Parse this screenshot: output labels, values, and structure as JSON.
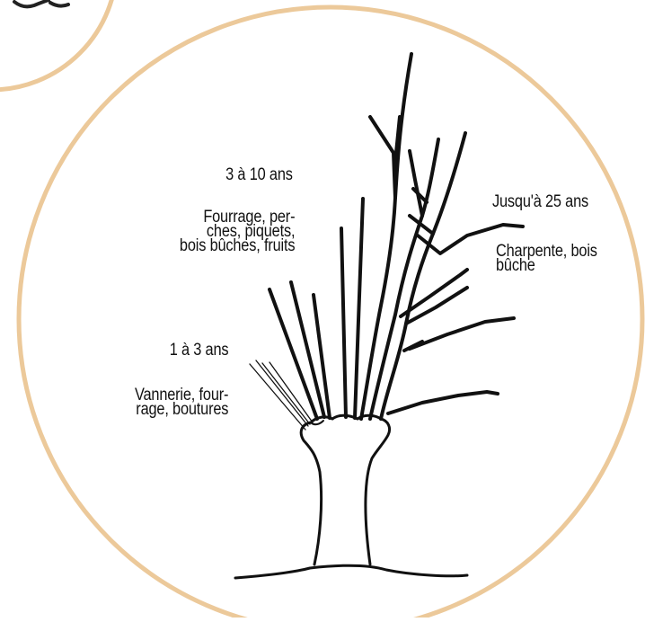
{
  "colors": {
    "circle_stroke": "#ECC99A",
    "ink": "#111111",
    "background": "#ffffff"
  },
  "icons": {
    "corner_logo": "decorative-swirl-icon",
    "tree": "pollard-tree-illustration"
  },
  "labels": {
    "young": {
      "age": "1 à 3 ans",
      "uses": [
        "Vannerie, four-",
        "rage, boutures"
      ]
    },
    "mid": {
      "age": "3 à 10 ans",
      "uses": [
        "Fourrage, per-",
        "ches, piquets,",
        "bois bûches, fruits"
      ]
    },
    "old": {
      "age": "Jusqu'à 25 ans",
      "uses": [
        "Charpente, bois",
        "bûche"
      ]
    }
  }
}
